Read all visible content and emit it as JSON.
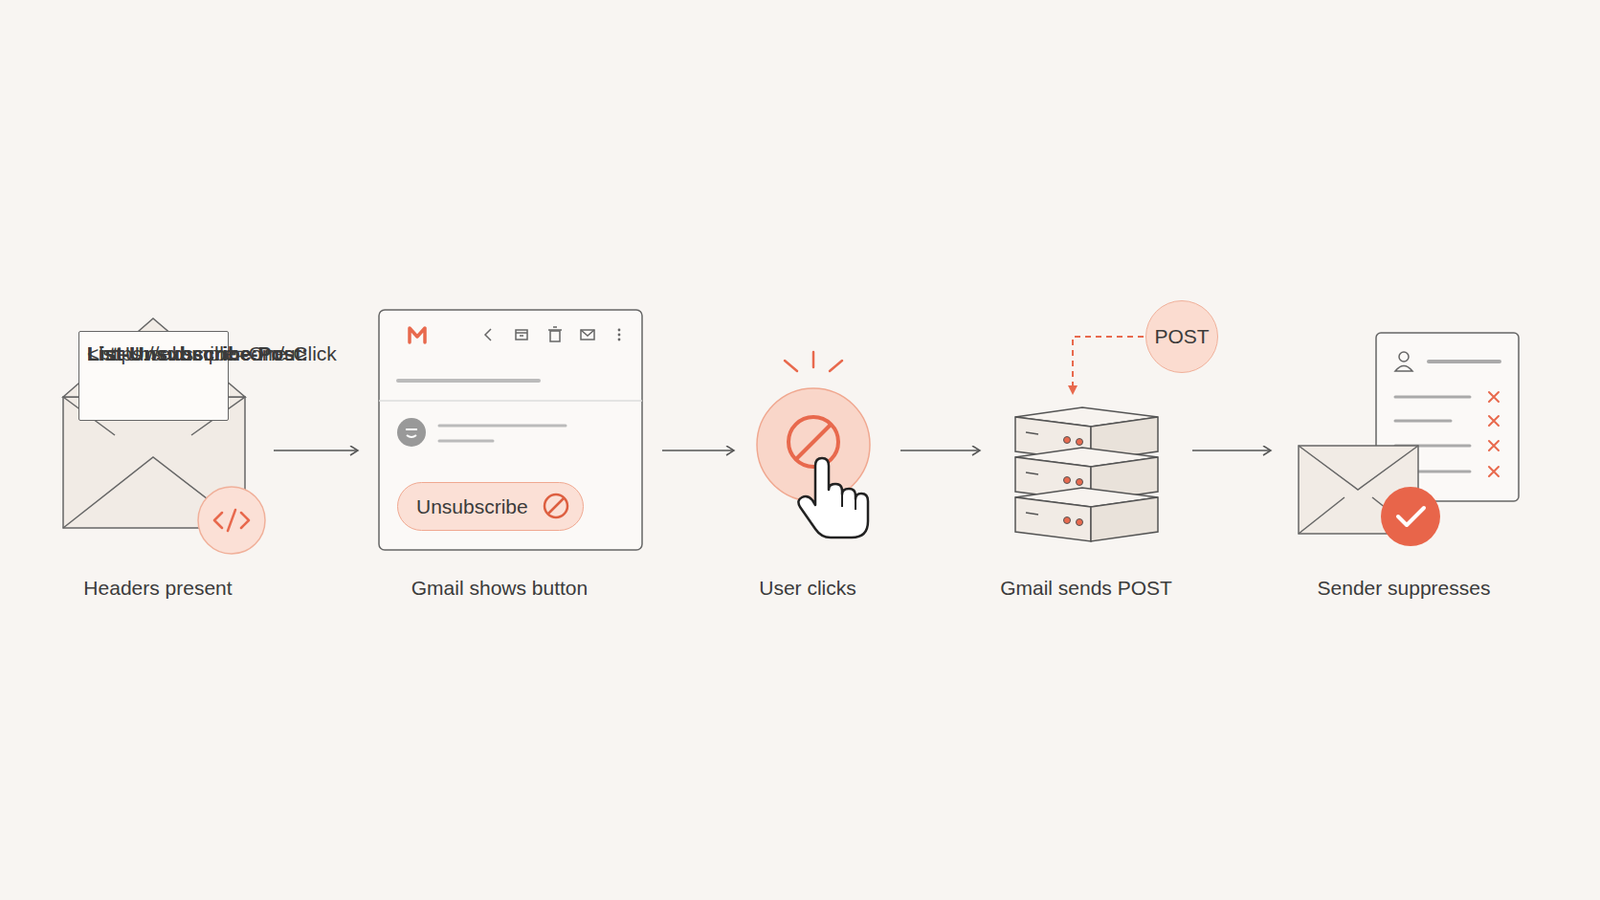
{
  "diagram": {
    "nodes": [
      {
        "text": [
          "Headers present"
        ]
      },
      {
        "text": [
          "List-Unsubscribe:",
          "<https://example.com/u>",
          "List-Unsubscribe-Post:",
          "List-Unsubscribe=One-Click"
        ],
        "in": 0
      },
      {
        "text": [
          "Gmail shows button"
        ]
      },
      {
        "text": [
          "Unsubscribe"
        ],
        "in": 2
      },
      {
        "text": [
          "User clicks"
        ]
      },
      {
        "text": [
          "Gmail sends POST"
        ]
      },
      {
        "text": [
          "POST"
        ],
        "in": 5
      },
      {
        "text": [
          "Sender suppresses"
        ]
      }
    ],
    "edges": [
      {
        "from": 0,
        "to": 2,
        "arrow": "to"
      },
      {
        "from": 2,
        "to": 4,
        "arrow": "to"
      },
      {
        "from": 4,
        "to": 5,
        "arrow": "to"
      },
      {
        "from": 5,
        "to": 7,
        "arrow": "to"
      }
    ]
  }
}
